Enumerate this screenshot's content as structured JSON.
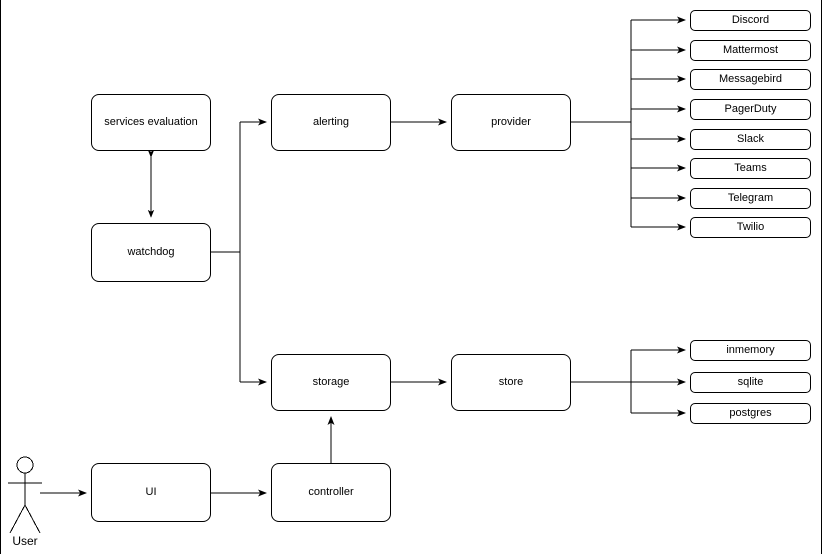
{
  "diagram": {
    "title": "service architecture flow diagram",
    "background_color": "#ffffff",
    "stroke_color": "#000000",
    "node_fill": "#ffffff"
  },
  "actor": {
    "label": "User",
    "icon": "stick-figure-actor-icon"
  },
  "nodes": {
    "services_evaluation": "services evaluation",
    "watchdog": "watchdog",
    "alerting": "alerting",
    "provider": "provider",
    "storage": "storage",
    "store": "store",
    "ui": "UI",
    "controller": "controller"
  },
  "providers": [
    "Discord",
    "Mattermost",
    "Messagebird",
    "PagerDuty",
    "Slack",
    "Teams",
    "Telegram",
    "Twilio"
  ],
  "stores": [
    "inmemory",
    "sqlite",
    "postgres"
  ],
  "edges": [
    {
      "from": "watchdog",
      "to": "services evaluation",
      "style": "bidirectional"
    },
    {
      "from": "watchdog",
      "to": "alerting",
      "style": "arrow"
    },
    {
      "from": "watchdog",
      "to": "storage",
      "style": "arrow"
    },
    {
      "from": "alerting",
      "to": "provider",
      "style": "arrow"
    },
    {
      "from": "provider",
      "to": "Discord",
      "style": "arrow"
    },
    {
      "from": "provider",
      "to": "Mattermost",
      "style": "arrow"
    },
    {
      "from": "provider",
      "to": "Messagebird",
      "style": "arrow"
    },
    {
      "from": "provider",
      "to": "PagerDuty",
      "style": "arrow"
    },
    {
      "from": "provider",
      "to": "Slack",
      "style": "arrow"
    },
    {
      "from": "provider",
      "to": "Teams",
      "style": "arrow"
    },
    {
      "from": "provider",
      "to": "Telegram",
      "style": "arrow"
    },
    {
      "from": "provider",
      "to": "Twilio",
      "style": "arrow"
    },
    {
      "from": "storage",
      "to": "store",
      "style": "arrow"
    },
    {
      "from": "store",
      "to": "inmemory",
      "style": "arrow"
    },
    {
      "from": "store",
      "to": "sqlite",
      "style": "arrow"
    },
    {
      "from": "store",
      "to": "postgres",
      "style": "arrow"
    },
    {
      "from": "User",
      "to": "UI",
      "style": "arrow"
    },
    {
      "from": "UI",
      "to": "controller",
      "style": "arrow"
    },
    {
      "from": "controller",
      "to": "storage",
      "style": "arrow"
    }
  ]
}
